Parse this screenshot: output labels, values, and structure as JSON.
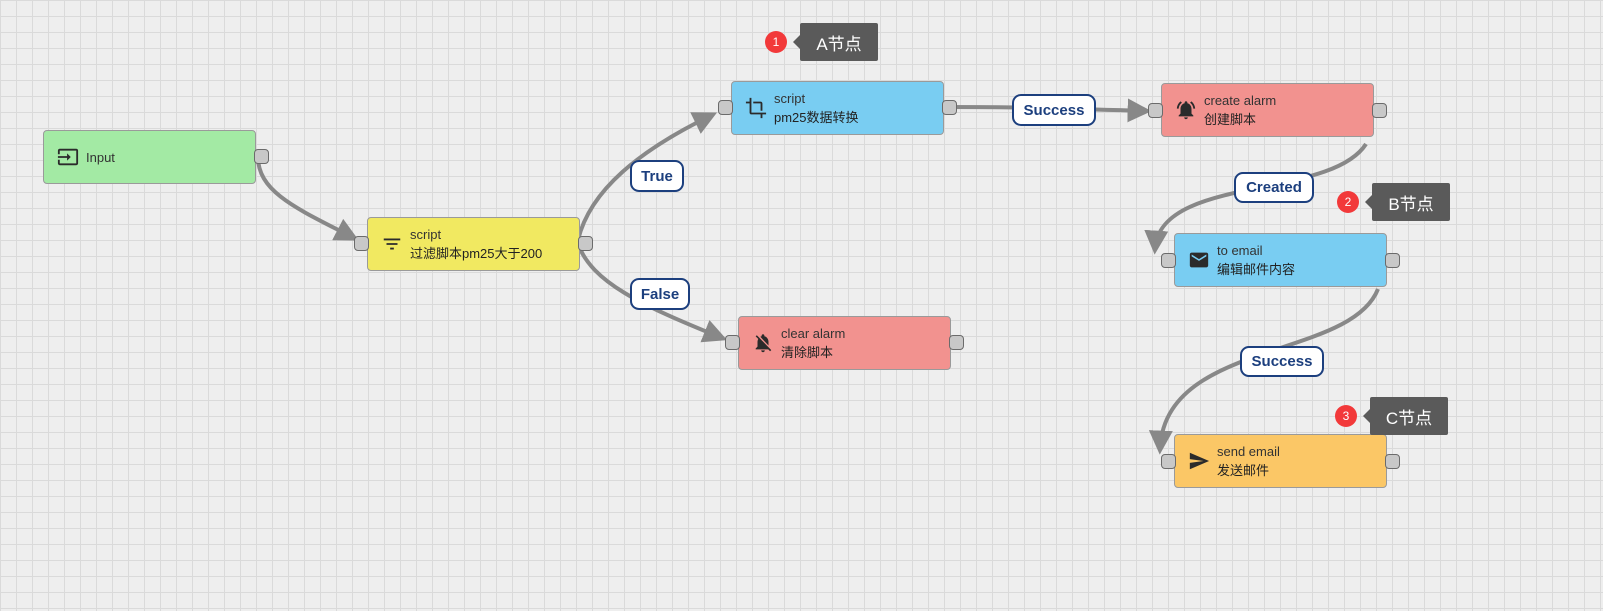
{
  "colors": {
    "input": "#a3eaa4",
    "filter": "#f1e961",
    "transform": "#79cdf2",
    "alarm": "#f2928f",
    "send": "#fbc766",
    "edge": "#888888",
    "label_border": "#1c3f7e"
  },
  "nodes": {
    "input": {
      "title": "Input",
      "icon": "input-icon"
    },
    "filter": {
      "type": "script",
      "name": "过滤脚本pm25大于200",
      "icon": "filter-icon"
    },
    "transform": {
      "type": "script",
      "name": "pm25数据转换",
      "icon": "crop-icon"
    },
    "create_alarm": {
      "type": "create alarm",
      "name": "创建脚本",
      "icon": "bell-alert-icon"
    },
    "clear_alarm": {
      "type": "clear alarm",
      "name": "清除脚本",
      "icon": "bell-off-icon"
    },
    "to_email": {
      "type": "to email",
      "name": "编辑邮件内容",
      "icon": "mail-icon"
    },
    "send_email": {
      "type": "send email",
      "name": "发送邮件",
      "icon": "send-icon"
    }
  },
  "edges": {
    "true": "True",
    "false": "False",
    "success_1": "Success",
    "created": "Created",
    "success_2": "Success"
  },
  "annotations": [
    {
      "number": "1",
      "text": "A节点"
    },
    {
      "number": "2",
      "text": "B节点"
    },
    {
      "number": "3",
      "text": "C节点"
    }
  ]
}
